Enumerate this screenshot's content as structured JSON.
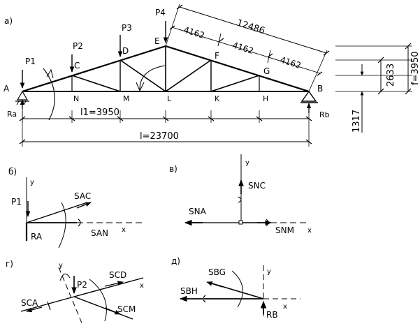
{
  "panels": {
    "a": "а)",
    "b": "б)",
    "v": "в)",
    "g": "г)",
    "d": "д)"
  },
  "nodes": {
    "A": "A",
    "B": "B",
    "C": "C",
    "D": "D",
    "E": "E",
    "F": "F",
    "G": "G",
    "H": "H",
    "K": "K",
    "L": "L",
    "M": "M",
    "N": "N"
  },
  "loads": {
    "p1": "P1",
    "p2": "P2",
    "p3": "P3",
    "p4": "P4"
  },
  "reactions": {
    "ra": "Ra",
    "rb": "Rb"
  },
  "dimensions": {
    "top_chord": "12486",
    "panel_1": "4162",
    "panel_2": "4162",
    "panel_3": "4162",
    "panel_length": "l1=3950",
    "span": "l=23700",
    "rise": "f=3950",
    "h_2633": "2633",
    "h_1317": "1317"
  },
  "fbd_b": {
    "p1": "P1",
    "y": "у",
    "s_ac": "SAC",
    "s_an": "SAN",
    "ra": "RA",
    "x": "x"
  },
  "fbd_v": {
    "y": "у",
    "s_nc": "SNC",
    "s_na": "SNA",
    "s_nm": "SNM",
    "x": "x"
  },
  "fbd_g": {
    "y": "у",
    "p2": "P2",
    "s_cd": "SCD",
    "x": "x",
    "s_ca": "SCA",
    "s_cm": "SCM"
  },
  "fbd_d": {
    "s_bg": "SBG",
    "y": "у",
    "s_bh": "SBH",
    "x": "x",
    "rb": "RB"
  }
}
